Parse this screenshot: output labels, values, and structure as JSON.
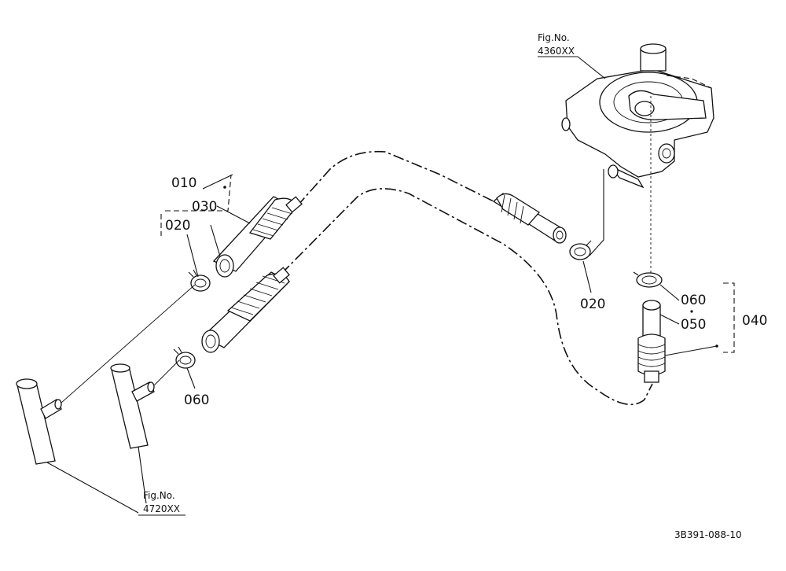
{
  "references": {
    "top": {
      "fig_label": "Fig.No.",
      "fig_number": "4360XX"
    },
    "bottom": {
      "fig_label": "Fig.No.",
      "fig_number": "4720XX"
    }
  },
  "parts": {
    "p010": "010",
    "p020_left": "020",
    "p030": "030",
    "p020_right": "020",
    "p060_left": "060",
    "p060_right": "060",
    "p050": "050",
    "p040": "040"
  },
  "drawing_code": "3B391-088-10"
}
